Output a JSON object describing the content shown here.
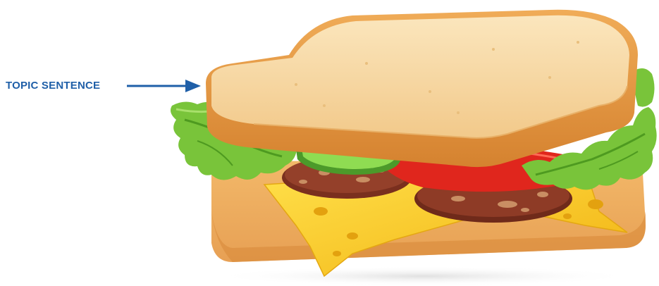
{
  "annotation": {
    "label": "TOPIC SENTENCE",
    "color": "#1f5fa8"
  },
  "illustration": {
    "subject": "sandwich-icon",
    "layers": [
      "top-bread",
      "lettuce",
      "cucumber",
      "tomato",
      "salami",
      "cheese",
      "bottom-bread"
    ],
    "colors": {
      "bread_crust": "#e49a45",
      "bread_top": "#f6d9a3",
      "lettuce": "#79c43a",
      "cucumber": "#7fcf47",
      "tomato": "#e0261d",
      "salami": "#7a2f1e",
      "cheese": "#f8c51f"
    }
  }
}
